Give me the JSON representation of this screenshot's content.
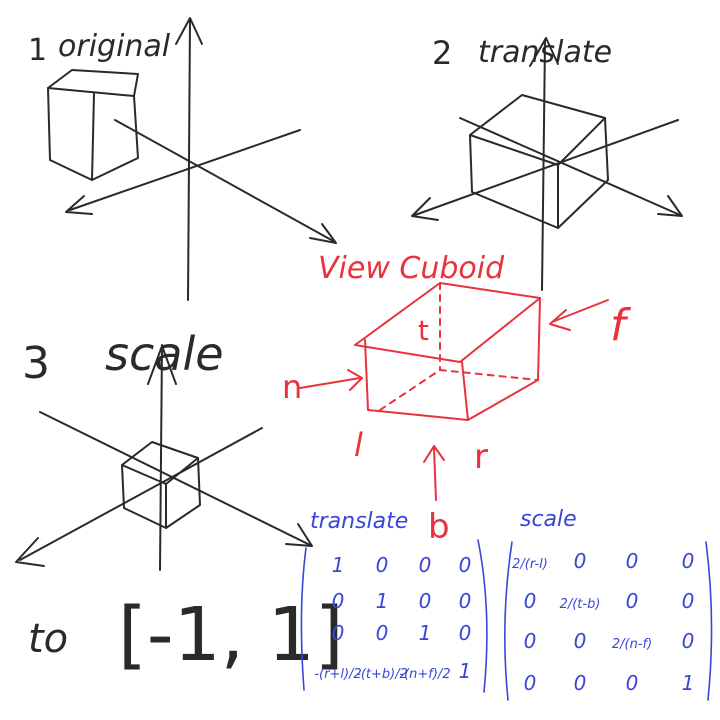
{
  "steps": {
    "s1": {
      "num": "1",
      "label": "original"
    },
    "s2": {
      "num": "2",
      "label": "translate"
    },
    "s3": {
      "num": "3",
      "label": "scale"
    }
  },
  "range": {
    "prefix": "to",
    "value": "[-1, 1]"
  },
  "cuboid": {
    "title": "View Cuboid",
    "n": "n",
    "f": "f",
    "t": "t",
    "b": "b",
    "l": "l",
    "r": "r"
  },
  "translate_matrix": {
    "title": "translate",
    "rows": [
      [
        "1",
        "0",
        "0",
        "0"
      ],
      [
        "0",
        "1",
        "0",
        "0"
      ],
      [
        "0",
        "0",
        "1",
        "0"
      ],
      [
        "-(r+l)/2",
        "-(t+b)/2",
        "-(n+f)/2",
        "1"
      ]
    ]
  },
  "scale_matrix": {
    "title": "scale",
    "rows": [
      [
        "2/(r-l)",
        "0",
        "0",
        "0"
      ],
      [
        "0",
        "2/(t-b)",
        "0",
        "0"
      ],
      [
        "0",
        "0",
        "2/(n-f)",
        "0"
      ],
      [
        "0",
        "0",
        "0",
        "1"
      ]
    ]
  },
  "colors": {
    "ink": "#2a2a2a",
    "red": "#e8323c",
    "blue": "#3a46d8"
  }
}
